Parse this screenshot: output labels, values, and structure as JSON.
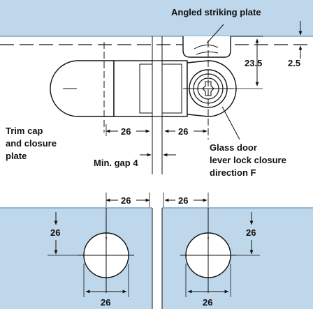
{
  "colors": {
    "glass": "#bfd7ea",
    "glass_edge": "#7aa3c7",
    "line": "#111111",
    "background": "#ffffff"
  },
  "top_view": {
    "labels": {
      "angled_striking_plate": "Angled striking plate",
      "trim_cap": [
        "Trim cap",
        "and closure",
        "plate"
      ],
      "glass_door_lock": [
        "Glass door",
        "lever lock closure",
        "direction F"
      ],
      "min_gap": "Min. gap 4"
    },
    "dimensions": {
      "height_23_5": "23.5",
      "offset_2_5": "2.5",
      "left_width": "26",
      "right_width": "26"
    }
  },
  "bottom_view": {
    "dimensions": {
      "top_left_width": "26",
      "top_right_width": "26",
      "left_vertical": "26",
      "right_vertical": "26",
      "left_hole_diameter": "26",
      "right_hole_diameter": "26"
    }
  }
}
